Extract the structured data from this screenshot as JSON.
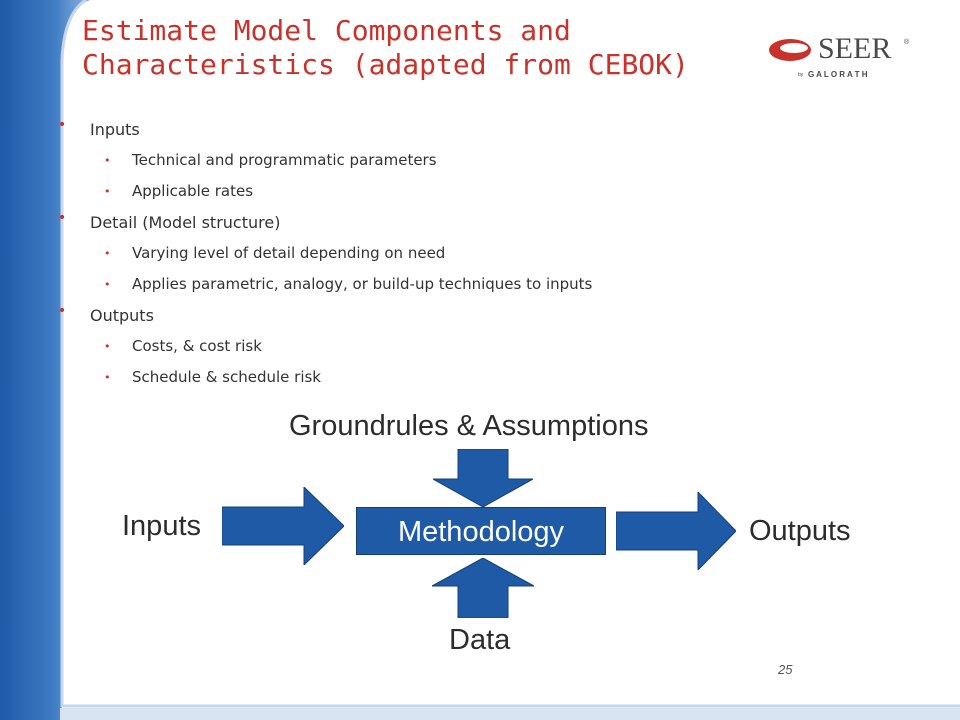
{
  "slide": {
    "title_line1": "Estimate Model Components and",
    "title_line2": "Characteristics (adapted from CEBOK)",
    "logo": {
      "brand": "SEER",
      "registered": "®",
      "by": "by",
      "company": "G A L O R A T H"
    },
    "bullets": [
      {
        "text": "Inputs",
        "children": [
          "Technical and programmatic parameters",
          "Applicable rates"
        ]
      },
      {
        "text": "Detail (Model structure)",
        "children": [
          "Varying level of detail depending on need",
          "Applies parametric, analogy, or build-up techniques to inputs"
        ]
      },
      {
        "text": "Outputs",
        "children": [
          "Costs, & cost risk",
          "Schedule & schedule risk"
        ]
      }
    ],
    "diagram": {
      "top_label": "Groundrules & Assumptions",
      "center_label": "Methodology",
      "left_label": "Inputs",
      "right_label": "Outputs",
      "bottom_label": "Data"
    },
    "page_number": "25",
    "colors": {
      "accent": "#c8322a",
      "arrow": "#1f5aa6",
      "sidebar": "#2f69b3"
    }
  }
}
